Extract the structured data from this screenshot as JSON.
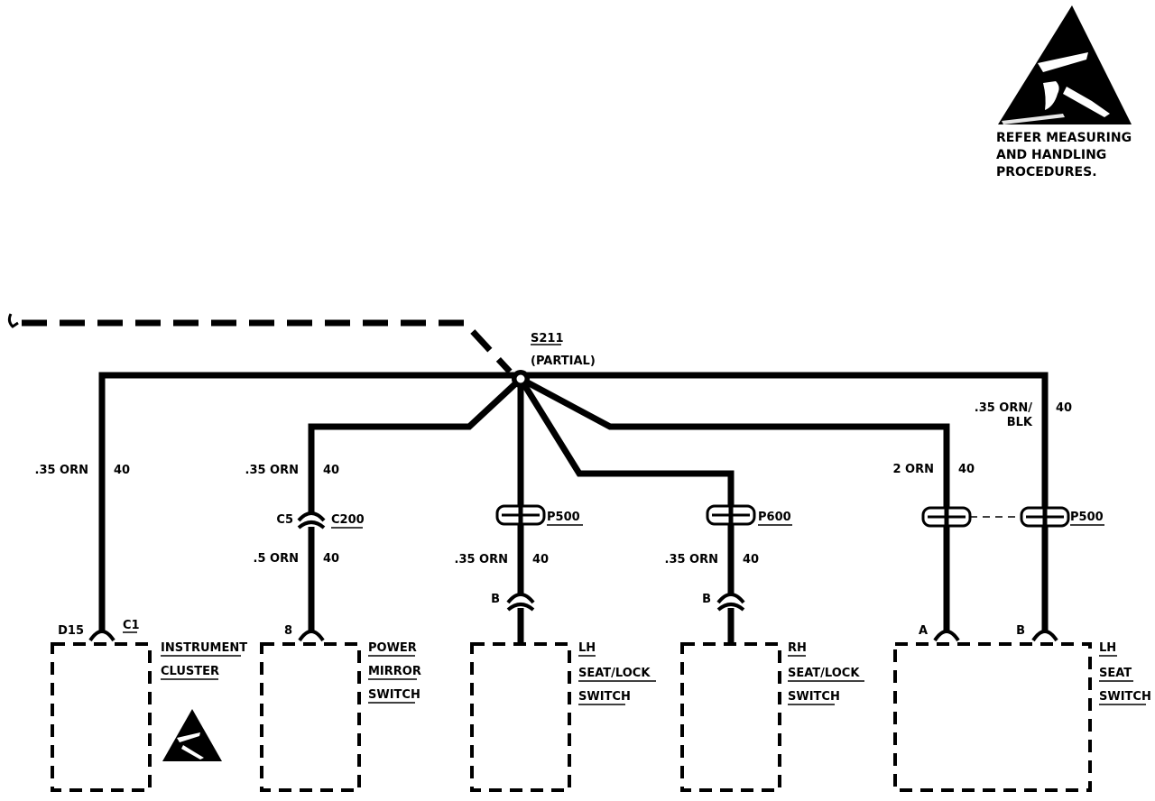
{
  "esd_warning": {
    "icon": "esd-warning-icon",
    "lines": [
      "REFER MEASURING",
      "AND HANDLING",
      "PROCEDURES."
    ]
  },
  "splice": {
    "id": "S211",
    "note": "(PARTIAL)"
  },
  "wires": {
    "instrument": {
      "size_color": ".35 ORN",
      "circuit": "40"
    },
    "mirror_upper": {
      "size_color": ".35 ORN",
      "circuit": "40"
    },
    "mirror_lower": {
      "size_color": ".5 ORN",
      "circuit": "40"
    },
    "lh_seat_lock": {
      "size_color": ".35 ORN",
      "circuit": "40"
    },
    "rh_seat_lock": {
      "size_color": ".35 ORN",
      "circuit": "40"
    },
    "lh_seat_a": {
      "size_color": "2 ORN",
      "circuit": "40"
    },
    "lh_seat_b": {
      "size_color_line1": ".35 ORN/",
      "size_color_line2": "BLK",
      "circuit": "40"
    }
  },
  "connectors": {
    "c200": {
      "name": "C200",
      "pin": "C5"
    },
    "p500_left": {
      "name": "P500"
    },
    "p600": {
      "name": "P600"
    },
    "p500_right": {
      "name": "P500"
    }
  },
  "terminals": {
    "instrument": {
      "pin": "D15",
      "connector": "C1"
    },
    "mirror": {
      "pin": "8"
    },
    "lh_seat_lock": {
      "pin": "B"
    },
    "rh_seat_lock": {
      "pin": "B"
    },
    "lh_seat_a": {
      "pin": "A"
    },
    "lh_seat_b": {
      "pin": "B"
    }
  },
  "components": {
    "instrument_cluster": {
      "lines": [
        "INSTRUMENT",
        "CLUSTER"
      ],
      "esd_icon": "esd-warning-icon"
    },
    "power_mirror_switch": {
      "lines": [
        "POWER",
        "MIRROR",
        "SWITCH"
      ]
    },
    "lh_seat_lock_switch": {
      "lines": [
        "LH",
        "SEAT/LOCK",
        "SWITCH"
      ]
    },
    "rh_seat_lock_switch": {
      "lines": [
        "RH",
        "SEAT/LOCK",
        "SWITCH"
      ]
    },
    "lh_seat_switch": {
      "lines": [
        "LH",
        "SEAT",
        "SWITCH"
      ]
    }
  }
}
